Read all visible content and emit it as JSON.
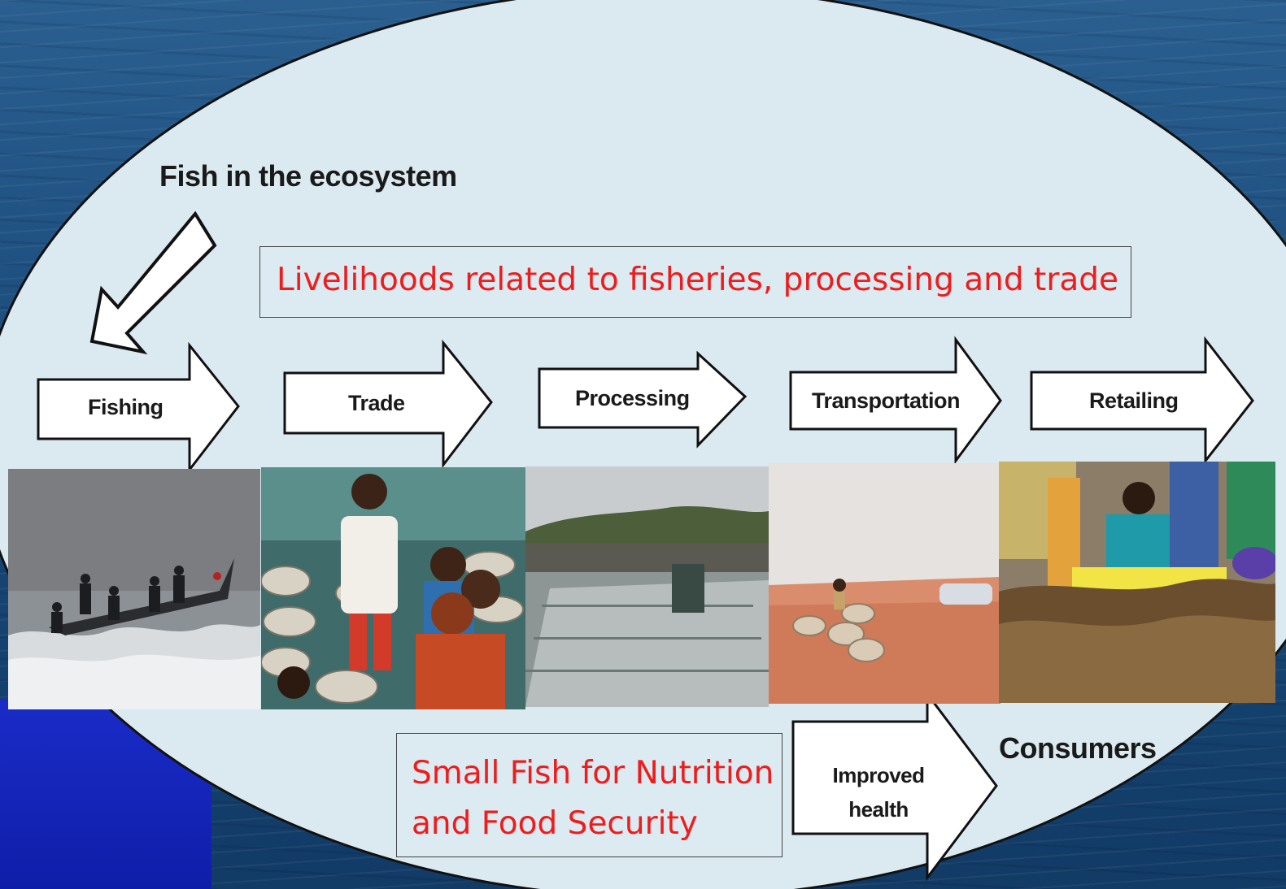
{
  "title": "Fish in the ecosystem",
  "livelihoods_box": "Livelihoods related to fisheries, processing and trade",
  "chain": [
    {
      "label": "Fishing"
    },
    {
      "label": "Trade"
    },
    {
      "label": "Processing"
    },
    {
      "label": "Transportation"
    },
    {
      "label": "Retailing"
    }
  ],
  "nutrition_box": {
    "line1": "Small Fish for Nutrition",
    "line2": "and Food Security"
  },
  "improved_health": {
    "line1": "Improved",
    "line2": "health"
  },
  "consumers": "Consumers",
  "colors": {
    "ellipse_fill": "#dbeaf1",
    "red_text": "#ee1c1c",
    "ocean": "#1d4f7f",
    "blue_corner": "#1226c0"
  }
}
